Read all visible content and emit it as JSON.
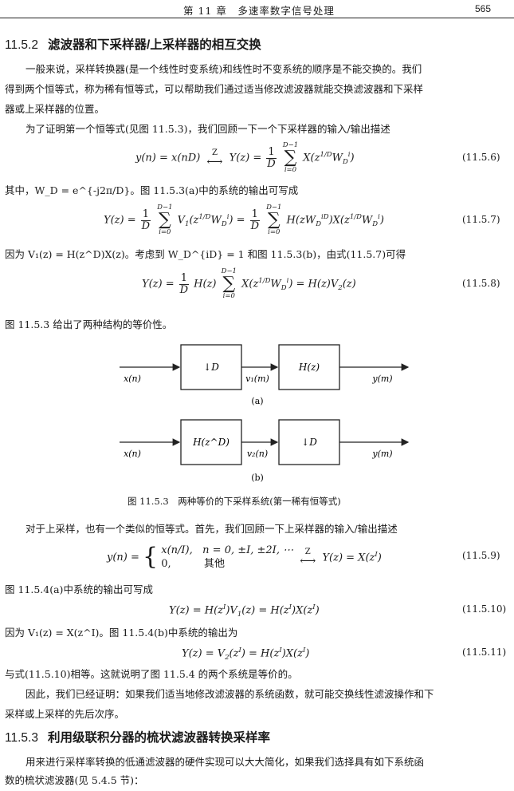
{
  "header": {
    "title": "第 11 章　多速率数字信号处理",
    "page_number": "565"
  },
  "sections": {
    "s1": {
      "num": "11.5.2",
      "title": "滤波器和下采样器/上采样器的相互交换"
    },
    "s2": {
      "num": "11.5.3",
      "title": "利用级联积分器的梳状滤波器转换采样率"
    }
  },
  "paragraphs": {
    "p1_l1": "一般来说，采样转换器(是一个线性时变系统)和线性时不变系统的顺序是不能交换的。我们",
    "p1_l2": "得到两个恒等式，称为稀有恒等式，可以帮助我们通过适当修改滤波器就能交换滤波器和下采样",
    "p1_l3": "器或上采样器的位置。",
    "p2": "为了证明第一个恒等式(见图 11.5.3)，我们回顾一下一个下采样器的输入/输出描述",
    "p3": "其中，W_D = e^{-j2π/D}。图 11.5.3(a)中的系统的输出可写成",
    "p4": "因为 V₁(z) = H(z^D)X(z)。考虑到 W_D^{iD} = 1 和图 11.5.3(b)，由式(11.5.7)可得",
    "p5": "图 11.5.3 给出了两种结构的等价性。",
    "p6": "对于上采样，也有一个类似的恒等式。首先，我们回顾一下上采样器的输入/输出描述",
    "p7": "图 11.5.4(a)中系统的输出可写成",
    "p8": "因为 V₁(z) = X(z^I)。图 11.5.4(b)中系统的输出为",
    "p9": "与式(11.5.10)相等。这就说明了图 11.5.4 的两个系统是等价的。",
    "p10_l1": "因此，我们已经证明：如果我们适当地修改滤波器的系统函数，就可能交换线性滤波操作和下",
    "p10_l2": "采样或上采样的先后次序。",
    "p11_l1": "用来进行采样率转换的低通滤波器的硬件实现可以大大简化，如果我们选择具有如下系统函",
    "p11_l2": "数的梳状滤波器(见 5.4.5 节)："
  },
  "equations": {
    "e1": {
      "tag": "(11.5.6)"
    },
    "e2": {
      "tag": "(11.5.7)"
    },
    "e3": {
      "tag": "(11.5.8)"
    },
    "e4": {
      "tag": "(11.5.9)",
      "case2": "其他"
    },
    "e5": {
      "tag": "(11.5.10)"
    },
    "e6": {
      "tag": "(11.5.11)"
    }
  },
  "figure": {
    "a": {
      "box1": "↓D",
      "box2": "H(z)",
      "in": "x(n)",
      "mid": "v₁(m)",
      "out": "y(m)",
      "label": "(a)"
    },
    "b": {
      "box1": "H(z^D)",
      "box2": "↓D",
      "in": "x(n)",
      "mid": "v₂(n)",
      "out": "y(m)",
      "label": "(b)"
    },
    "caption": "图 11.5.3　两种等价的下采样系统(第一稀有恒等式)"
  }
}
